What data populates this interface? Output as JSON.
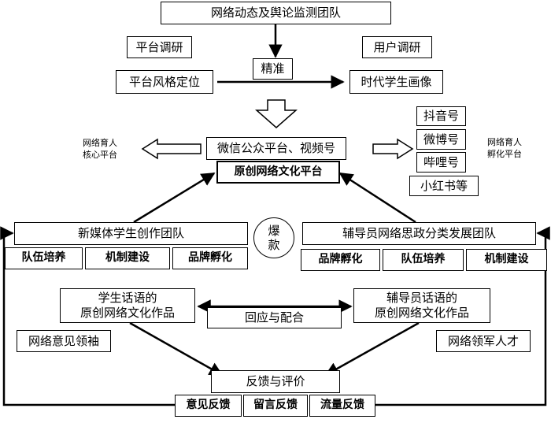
{
  "diagram": {
    "top_team": "网络动态及舆论监测团队",
    "platform_research": "平台调研",
    "user_research": "用户调研",
    "precise": "精准",
    "platform_positioning": "平台风格定位",
    "student_portrait": "时代学生画像",
    "core_platform": "微信公众平台、视频号",
    "original_platform": "原创网络文化平台",
    "left_note": "网络育人\n核心平台",
    "right_note": "网络育人\n孵化平台",
    "incubation_platforms": [
      "抖音号",
      "微博号",
      "哔哩号",
      "小红书等"
    ],
    "student_team": "新媒体学生创作团队",
    "counselor_team": "辅导员网络思政分类发展团队",
    "explosive": "爆\n款",
    "left_tags": [
      "队伍培养",
      "机制建设",
      "品牌孵化"
    ],
    "right_tags": [
      "品牌孵化",
      "队伍培养",
      "机制建设"
    ],
    "student_works": "学生话语的\n原创网络文化作品",
    "counselor_works": "辅导员话语的\n原创网络文化作品",
    "respond": "回应与配合",
    "opinion_leader": "网络意见领袖",
    "network_leader": "网络领军人才",
    "feedback": "反馈与评价",
    "feedback_tags": [
      "意见反馈",
      "留言反馈",
      "流量反馈"
    ]
  }
}
